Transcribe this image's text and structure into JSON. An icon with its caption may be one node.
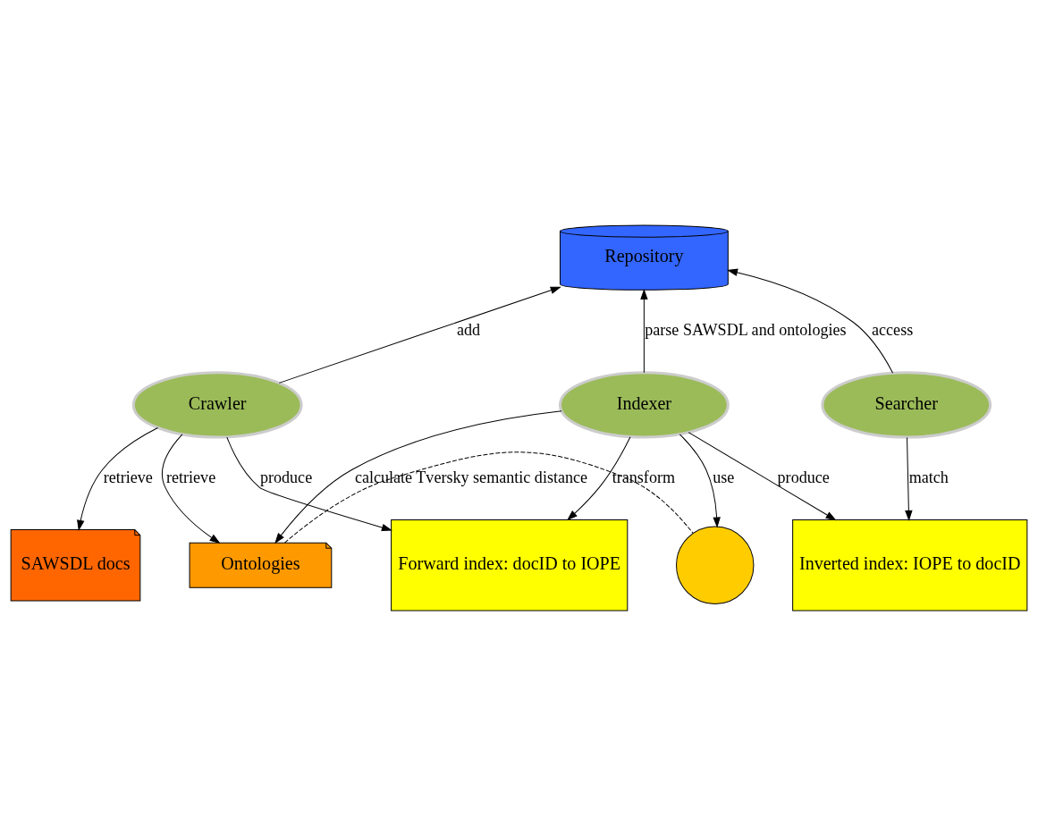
{
  "diagram": {
    "nodes": [
      {
        "text": [
          "Repository"
        ]
      },
      {
        "text": [
          "Crawler"
        ]
      },
      {
        "text": [
          "Indexer"
        ]
      },
      {
        "text": [
          "Searcher"
        ]
      },
      {
        "text": [
          "SAWSDL docs"
        ]
      },
      {
        "text": [
          "Ontologies"
        ]
      },
      {
        "text": [],
        "shape": "circle"
      },
      {
        "text": [
          "Forward index: docID to IOPE"
        ]
      },
      {
        "text": [
          "Inverted index: IOPE to docID"
        ]
      }
    ],
    "edges": [
      {
        "from": 1,
        "to": 0,
        "arrow": "to",
        "label": "add"
      },
      {
        "from": 2,
        "to": 0,
        "arrow": "to",
        "label": "parse SAWSDL and ontologies"
      },
      {
        "from": 3,
        "to": 0,
        "arrow": "to",
        "label": "access"
      },
      {
        "from": 1,
        "to": 4,
        "arrow": "to",
        "label": "retrieve"
      },
      {
        "from": 1,
        "to": 5,
        "arrow": "to",
        "label": "retrieve"
      },
      {
        "from": 2,
        "to": 5,
        "arrow": "to",
        "label": "calculate Tversky semantic distance"
      },
      {
        "from": 2,
        "to": 6,
        "arrow": "to",
        "label": "use"
      },
      {
        "from": 5,
        "to": 6,
        "arrow": "none",
        "style": "dashed"
      },
      {
        "from": 1,
        "to": 7,
        "arrow": "to",
        "label": "produce"
      },
      {
        "from": 2,
        "to": 7,
        "arrow": "to",
        "label": "transform"
      },
      {
        "from": 2,
        "to": 8,
        "arrow": "to",
        "label": "produce"
      },
      {
        "from": 3,
        "to": 8,
        "arrow": "to",
        "label": "match"
      }
    ]
  }
}
